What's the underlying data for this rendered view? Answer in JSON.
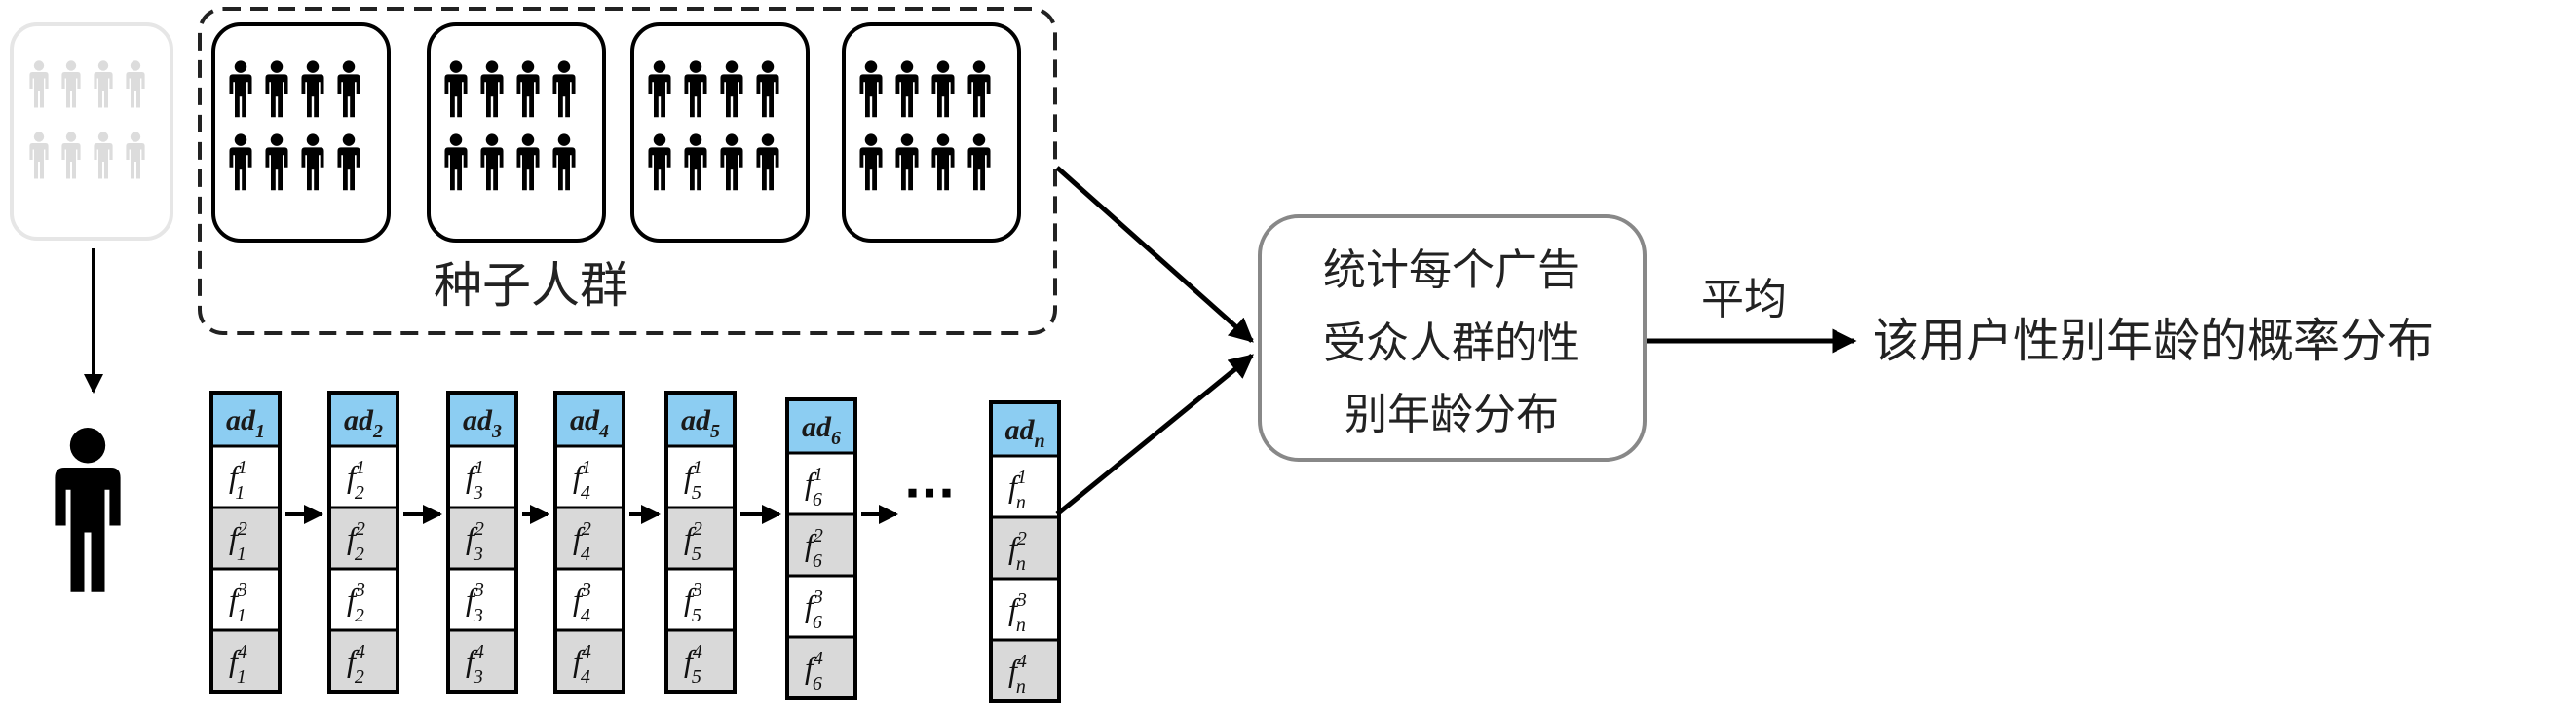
{
  "seed_group": {
    "label": "种子人群",
    "group_count": 4
  },
  "ad_columns": [
    {
      "name": "ad",
      "sub": "1",
      "feature_sub": "1"
    },
    {
      "name": "ad",
      "sub": "2",
      "feature_sub": "2"
    },
    {
      "name": "ad",
      "sub": "3",
      "feature_sub": "3"
    },
    {
      "name": "ad",
      "sub": "4",
      "feature_sub": "4"
    },
    {
      "name": "ad",
      "sub": "5",
      "feature_sub": "5"
    },
    {
      "name": "ad",
      "sub": "6",
      "feature_sub": "6"
    },
    {
      "name": "ad",
      "sub": "n",
      "feature_sub": "n"
    }
  ],
  "feature_name": "f",
  "feature_rows": [
    "1",
    "2",
    "3",
    "4"
  ],
  "ellipsis": "···",
  "process_box": {
    "lines": [
      "统计每个广告",
      "受众人群的性",
      "别年龄分布"
    ]
  },
  "average_label": "平均",
  "output_label": "该用户性别年龄的概率分布",
  "colors": {
    "ad_header": "#8ccdf2",
    "row_shaded": "#d9d9d9",
    "row_plain": "#ffffff",
    "person": "#000000",
    "person_faded": "#dcdcdc"
  }
}
